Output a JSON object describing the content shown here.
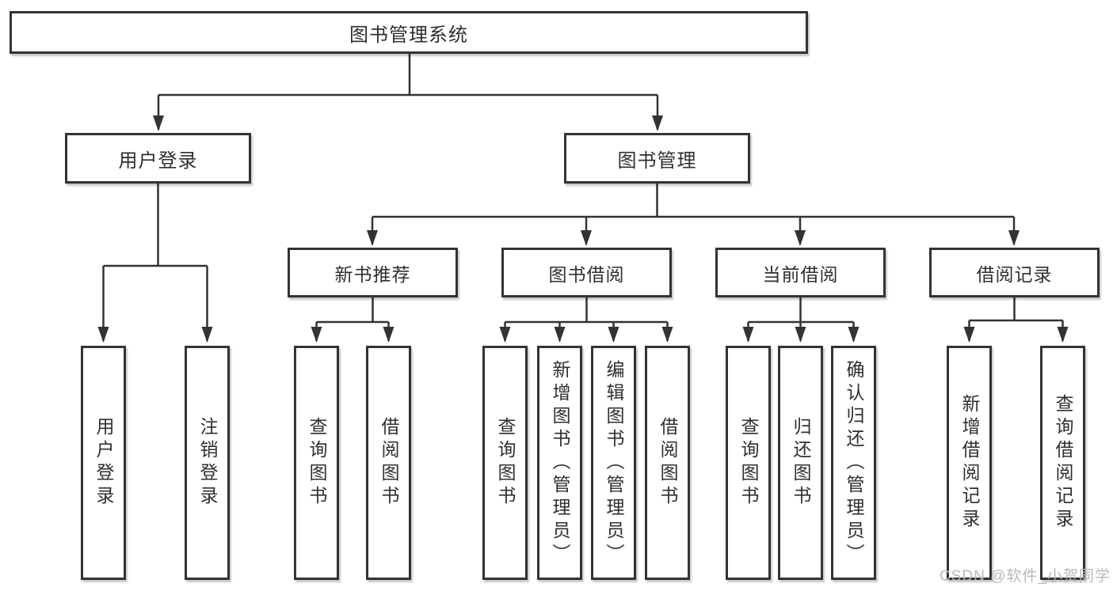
{
  "diagram": {
    "type": "tree",
    "root": {
      "label": "图书管理系统"
    },
    "branches": [
      {
        "label": "用户登录",
        "children": [
          {
            "label": "用户登录"
          },
          {
            "label": "注销登录"
          }
        ]
      },
      {
        "label": "图书管理",
        "children": [
          {
            "label": "新书推荐",
            "children": [
              {
                "label": "查询图书"
              },
              {
                "label": "借阅图书"
              }
            ]
          },
          {
            "label": "图书借阅",
            "children": [
              {
                "label": "查询图书"
              },
              {
                "label": "新增图书（管理员）"
              },
              {
                "label": "编辑图书（管理员）"
              },
              {
                "label": "借阅图书"
              }
            ]
          },
          {
            "label": "当前借阅",
            "children": [
              {
                "label": "查询图书"
              },
              {
                "label": "归还图书"
              },
              {
                "label": "确认归还（管理员）"
              }
            ]
          },
          {
            "label": "借阅记录",
            "children": [
              {
                "label": "新增借阅记录"
              },
              {
                "label": "查询借阅记录"
              }
            ]
          }
        ]
      }
    ]
  },
  "watermark": {
    "text": "CSDN @软件_小贺同学"
  },
  "colors": {
    "line": "#333333",
    "box_border": "#333333",
    "box_fill": "#ffffff",
    "text": "#2f2f2f",
    "watermark": "#b9b9b9",
    "background": "#ffffff"
  }
}
